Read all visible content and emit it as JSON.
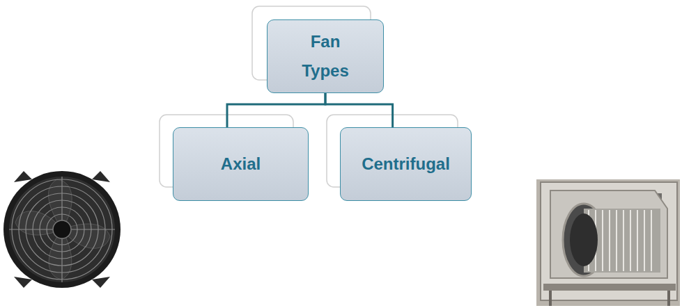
{
  "diagram": {
    "nodes": [
      {
        "text": [
          "Fan Types"
        ]
      },
      {
        "text": [
          "Axial"
        ]
      },
      {
        "text": [
          "Centrifugal"
        ]
      }
    ],
    "edges": [
      {
        "from": 0,
        "to": 1,
        "arrow": "none"
      },
      {
        "from": 0,
        "to": 2,
        "arrow": "none"
      }
    ]
  }
}
